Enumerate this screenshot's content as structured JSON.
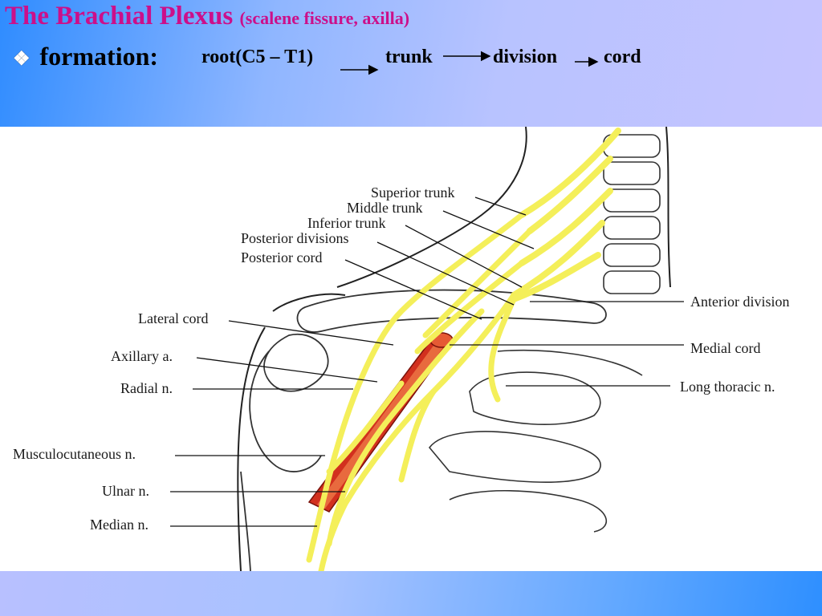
{
  "title": {
    "main": "The Brachial Plexus",
    "sub": "(scalene fissure, axilla)"
  },
  "bullet": {
    "heading": "formation:",
    "root": "root(C5 – T1)",
    "trunk": "trunk",
    "division": "division",
    "cord": "cord"
  },
  "labels_left": {
    "superior_trunk": "Superior trunk",
    "middle_trunk": "Middle trunk",
    "inferior_trunk": "Inferior trunk",
    "posterior_divisions": "Posterior divisions",
    "posterior_cord": "Posterior cord",
    "lateral_cord": "Lateral cord",
    "axillary_a": "Axillary a.",
    "radial_n": "Radial n.",
    "musculocutaneous_n": "Musculocutaneous n.",
    "ulnar_n": "Ulnar n.",
    "median_n": "Median n."
  },
  "labels_right": {
    "anterior_division": "Anterior division",
    "medial_cord": "Medial cord",
    "long_thoracic_n": "Long thoracic n."
  },
  "colors": {
    "title": "#cc0f8a",
    "nerve": "#f4ef5a",
    "artery": "#d2301e",
    "bullet": "#ffffff"
  }
}
